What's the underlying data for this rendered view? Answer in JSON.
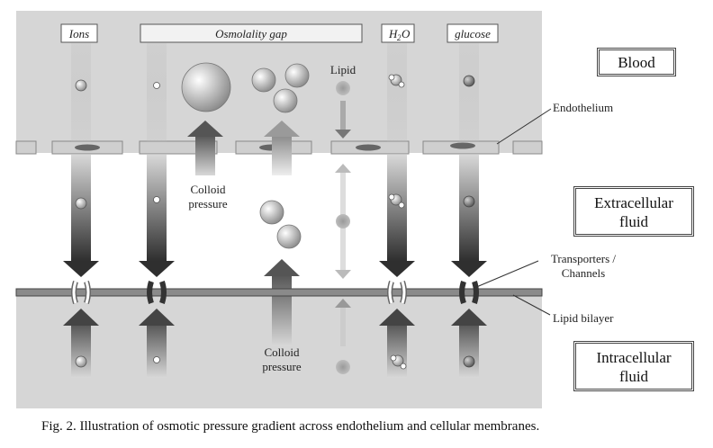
{
  "top_labels": {
    "ions": "Ions",
    "osmolality_gap": "Osmolality gap",
    "h2o_main": "H",
    "h2o_sub": "2",
    "h2o_end": "O",
    "glucose": "glucose"
  },
  "lipid_label": "Lipid",
  "colloid_pressure_upper": [
    "Colloid",
    "pressure"
  ],
  "colloid_pressure_lower": [
    "Colloid",
    "pressure"
  ],
  "side_labels": {
    "endothelium": "Endothelium",
    "transporters": [
      "Transporters /",
      "Channels"
    ],
    "lipid_bilayer": "Lipid bilayer"
  },
  "compartments": {
    "blood": "Blood",
    "extracellular": [
      "Extracellular",
      "fluid"
    ],
    "intracellular": [
      "Intracellular",
      "fluid"
    ]
  },
  "caption": "Fig. 2.  Illustration of osmotic pressure gradient across endothelium and cellular membranes.",
  "colors": {
    "blood_region": "#d6d6d6",
    "extracellular_region": "#ffffff",
    "intracellular_region": "#d6d6d6",
    "arrow_dark": "#3a3a3a",
    "arrow_mid": "#777777",
    "membrane": "#777777"
  }
}
